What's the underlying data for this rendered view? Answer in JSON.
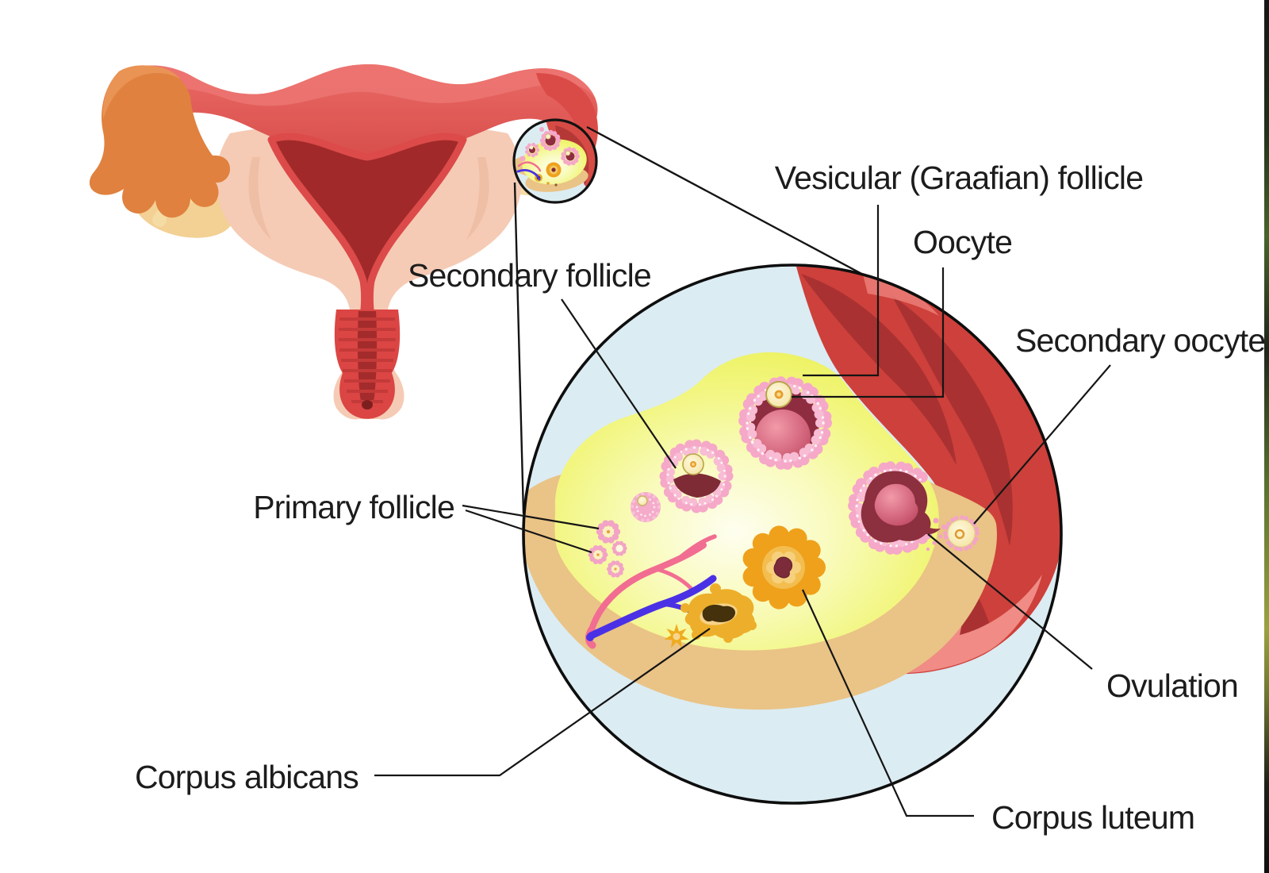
{
  "figure": {
    "type": "anatomy-diagram",
    "subject": "Ovarian cycle: follicle development stages inside the ovary, with uterus overview and magnification circle",
    "labels": {
      "vesicular_graafian_follicle": "Vesicular (Graafian) follicle",
      "oocyte": "Oocyte",
      "secondary_oocyte": "Secondary oocyte",
      "secondary_follicle": "Secondary follicle",
      "primary_follicle": "Primary follicle",
      "ovulation": "Ovulation",
      "corpus_albicans": "Corpus albicans",
      "corpus_luteum": "Corpus luteum"
    },
    "palette": {
      "background": "#ffffff",
      "label_text": "#1c1c1c",
      "leader_line": "#151515",
      "circle_background_blue": "#dbecf2",
      "ovary_yellow": "#f2f67f",
      "ovary_yellow_highlight": "#fefef0",
      "stroma_tan": "#eac386",
      "fimbria_red": "#ce403b",
      "fimbria_red_dark": "#a93131",
      "fimbria_salmon": "#f08b85",
      "granulosa_pink": "#f5a8c8",
      "follicle_cavity_maroon": "#8e2c40",
      "antrum_pink": "#d96f85",
      "oocyte_cream": "#fbf0c5",
      "nucleus_orange": "#e89e2d",
      "corpus_luteum_orange": "#efa11c",
      "corpus_albicans_dark": "#45310b",
      "vessel_pink": "#f26d92",
      "vessel_blue": "#4b31e5",
      "uterus_outer_red": "#e05858",
      "uterus_cavity_red": "#a12929",
      "uterus_body_pink": "#f5cbb5",
      "tube_cream": "#f5dca4",
      "fimbria_orange": "#e0813f",
      "ovary_surface_tan": "#f3d094"
    }
  }
}
